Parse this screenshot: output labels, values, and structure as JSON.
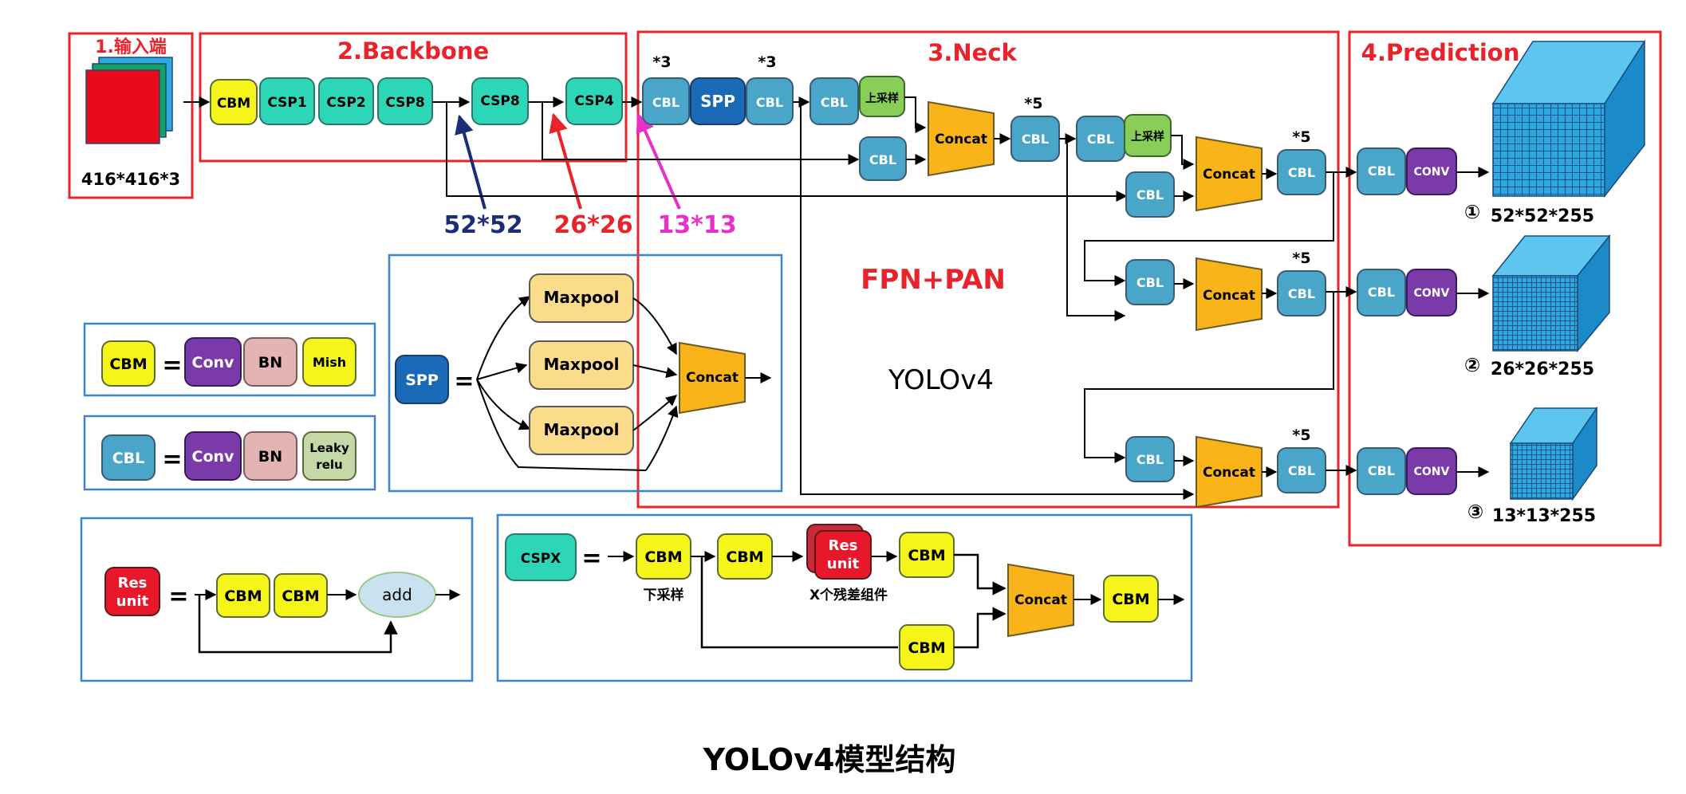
{
  "sections": {
    "input": "1.输入端",
    "backbone": "2.Backbone",
    "neck": "3.Neck",
    "prediction": "4.Prediction"
  },
  "input_size": "416*416*3",
  "backbone": {
    "cbm": "CBM",
    "csp1": "CSP1",
    "csp2": "CSP2",
    "csp8a": "CSP8",
    "csp8b": "CSP8",
    "csp4": "CSP4"
  },
  "scales": {
    "s52": "52*52",
    "s26": "26*26",
    "s13": "13*13"
  },
  "neck": {
    "mult3": "*3",
    "mult5": "*5",
    "cbl": "CBL",
    "spp": "SPP",
    "upsample": "上采样",
    "concat": "Concat",
    "fpn_pan": "FPN+PAN",
    "model": "YOLOv4"
  },
  "prediction": {
    "cbl": "CBL",
    "conv": "CONV",
    "out1_num": "①",
    "out1": "52*52*255",
    "out2_num": "②",
    "out2": "26*26*255",
    "out3_num": "③",
    "out3": "13*13*255"
  },
  "legend": {
    "cbm": "CBM",
    "cbl": "CBL",
    "equals": "=",
    "conv": "Conv",
    "bn": "BN",
    "mish": "Mish",
    "leaky1": "Leaky",
    "leaky2": "relu",
    "spp": "SPP",
    "maxpool": "Maxpool",
    "concat": "Concat",
    "res1": "Res",
    "res2": "unit",
    "add": "add",
    "cspx": "CSPX",
    "downsample": "下采样",
    "x_res": "X个残差组件"
  },
  "caption": "YOLOv4模型结构",
  "colors": {
    "red_frame": "#e8232a",
    "blue_frame": "#3a86c8",
    "cbm": "#f5f51a",
    "csp": "#2ed6b8",
    "cbl": "#4aa6c8",
    "spp": "#1a6ab8",
    "conv": "#7a3aa8",
    "bn": "#e2b4b4",
    "leaky": "#c4d8a8",
    "upsample": "#8ace5a",
    "concat": "#f8b418",
    "maxpool": "#fadc8a",
    "res": "#e8182a",
    "add": "#c8e2f0",
    "cube": "#2ea8e0",
    "scale52": "#1a2e78",
    "scale26": "#e8232a",
    "scale13": "#e830c8"
  }
}
